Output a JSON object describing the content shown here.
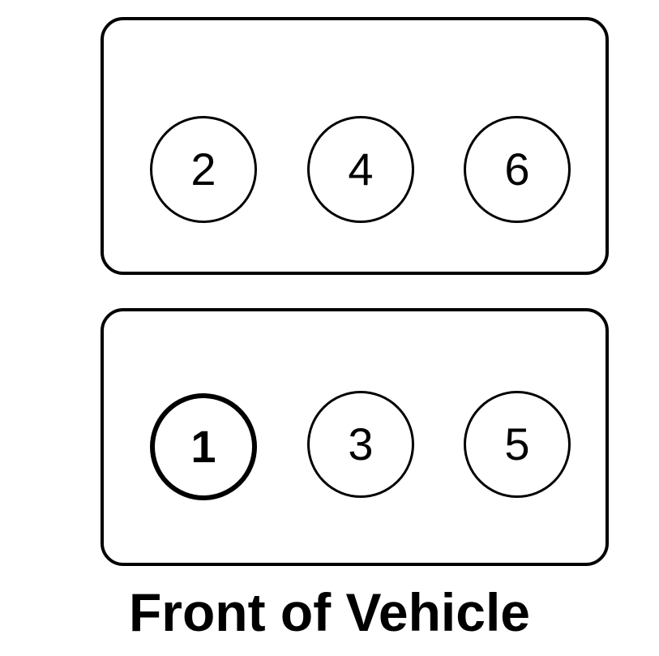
{
  "banks": [
    {
      "cylinders": [
        "2",
        "4",
        "6"
      ]
    },
    {
      "cylinders": [
        "1",
        "3",
        "5"
      ],
      "first_cylinder_highlighted": true
    }
  ],
  "caption": "Front of Vehicle",
  "colors": {
    "line": "#000000",
    "background": "#ffffff"
  }
}
